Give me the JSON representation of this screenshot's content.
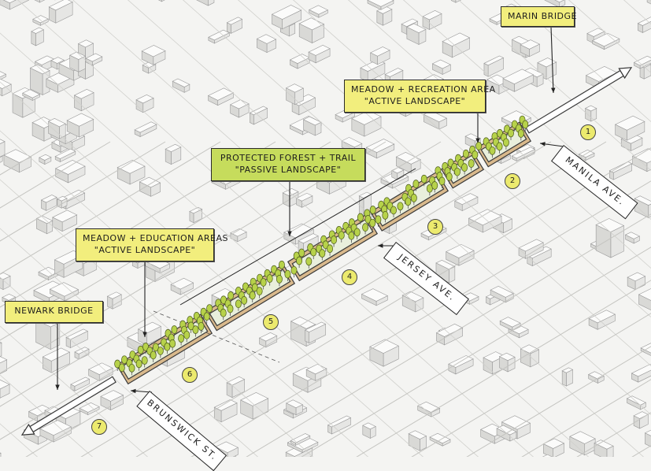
{
  "callouts": {
    "marin_bridge": "MARIN BRIDGE",
    "meadow_recreation": {
      "line1": "MEADOW + RECREATION AREA",
      "line2": "\"ACTIVE LANDSCAPE\""
    },
    "protected_forest": {
      "line1": "PROTECTED FOREST + TRAIL",
      "line2": "\"PASSIVE LANDSCAPE\""
    },
    "meadow_education": {
      "line1": "MEADOW + EDUCATION AREAS",
      "line2": "\"ACTIVE LANDSCAPE\""
    },
    "newark_bridge": "NEWARK BRIDGE"
  },
  "streets": {
    "manila": "MANILA AVE.",
    "jersey": "JERSEY AVE.",
    "brunswick": "BRUNSWICK ST."
  },
  "sections": [
    "1",
    "2",
    "3",
    "4",
    "5",
    "6",
    "7"
  ],
  "colors": {
    "callout_yellow": "#f2ee7d",
    "callout_green": "#c6dc5c",
    "tree_green": "#b7d24a",
    "deck_brown": "#d9b98c",
    "badge_yellow": "#ecea6e"
  }
}
